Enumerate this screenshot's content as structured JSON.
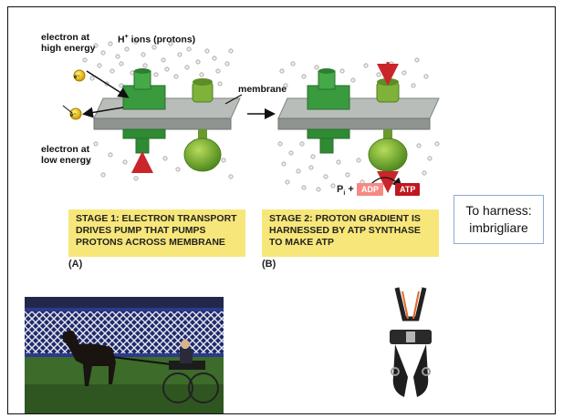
{
  "figure": {
    "labels": {
      "electron_high": "electron at\nhigh energy",
      "h_ions": "H",
      "h_ions_sup": "+",
      "h_ions_rest": " ions (protons)",
      "electron_low": "electron at\nlow energy",
      "membrane": "membrane",
      "electron_symbol": "e⁻",
      "pi": "P",
      "pi_sub": "i",
      "plus": "+",
      "adp": "ADP",
      "atp": "ATP"
    },
    "stage1": "STAGE 1: ELECTRON TRANSPORT\nDRIVES PUMP THAT PUMPS\nPROTONS ACROSS MEMBRANE",
    "stage2": "STAGE 2: PROTON GRADIENT IS\nHARNESSED BY ATP SYNTHASE\nTO MAKE ATP",
    "panel_a": "(A)",
    "panel_b": "(B)",
    "colors": {
      "membrane": "#9aa19c",
      "protein": "#3a9a3e",
      "synthase": "#7fb23a",
      "caption_bg": "#f7e77a",
      "arrow_red": "#c9252b"
    }
  },
  "callout": {
    "line1": "To harness:",
    "line2": "imbrigliare"
  },
  "photos": {
    "left": "horse-drawn-carriage-photo",
    "right": "safety-harness-photo"
  }
}
